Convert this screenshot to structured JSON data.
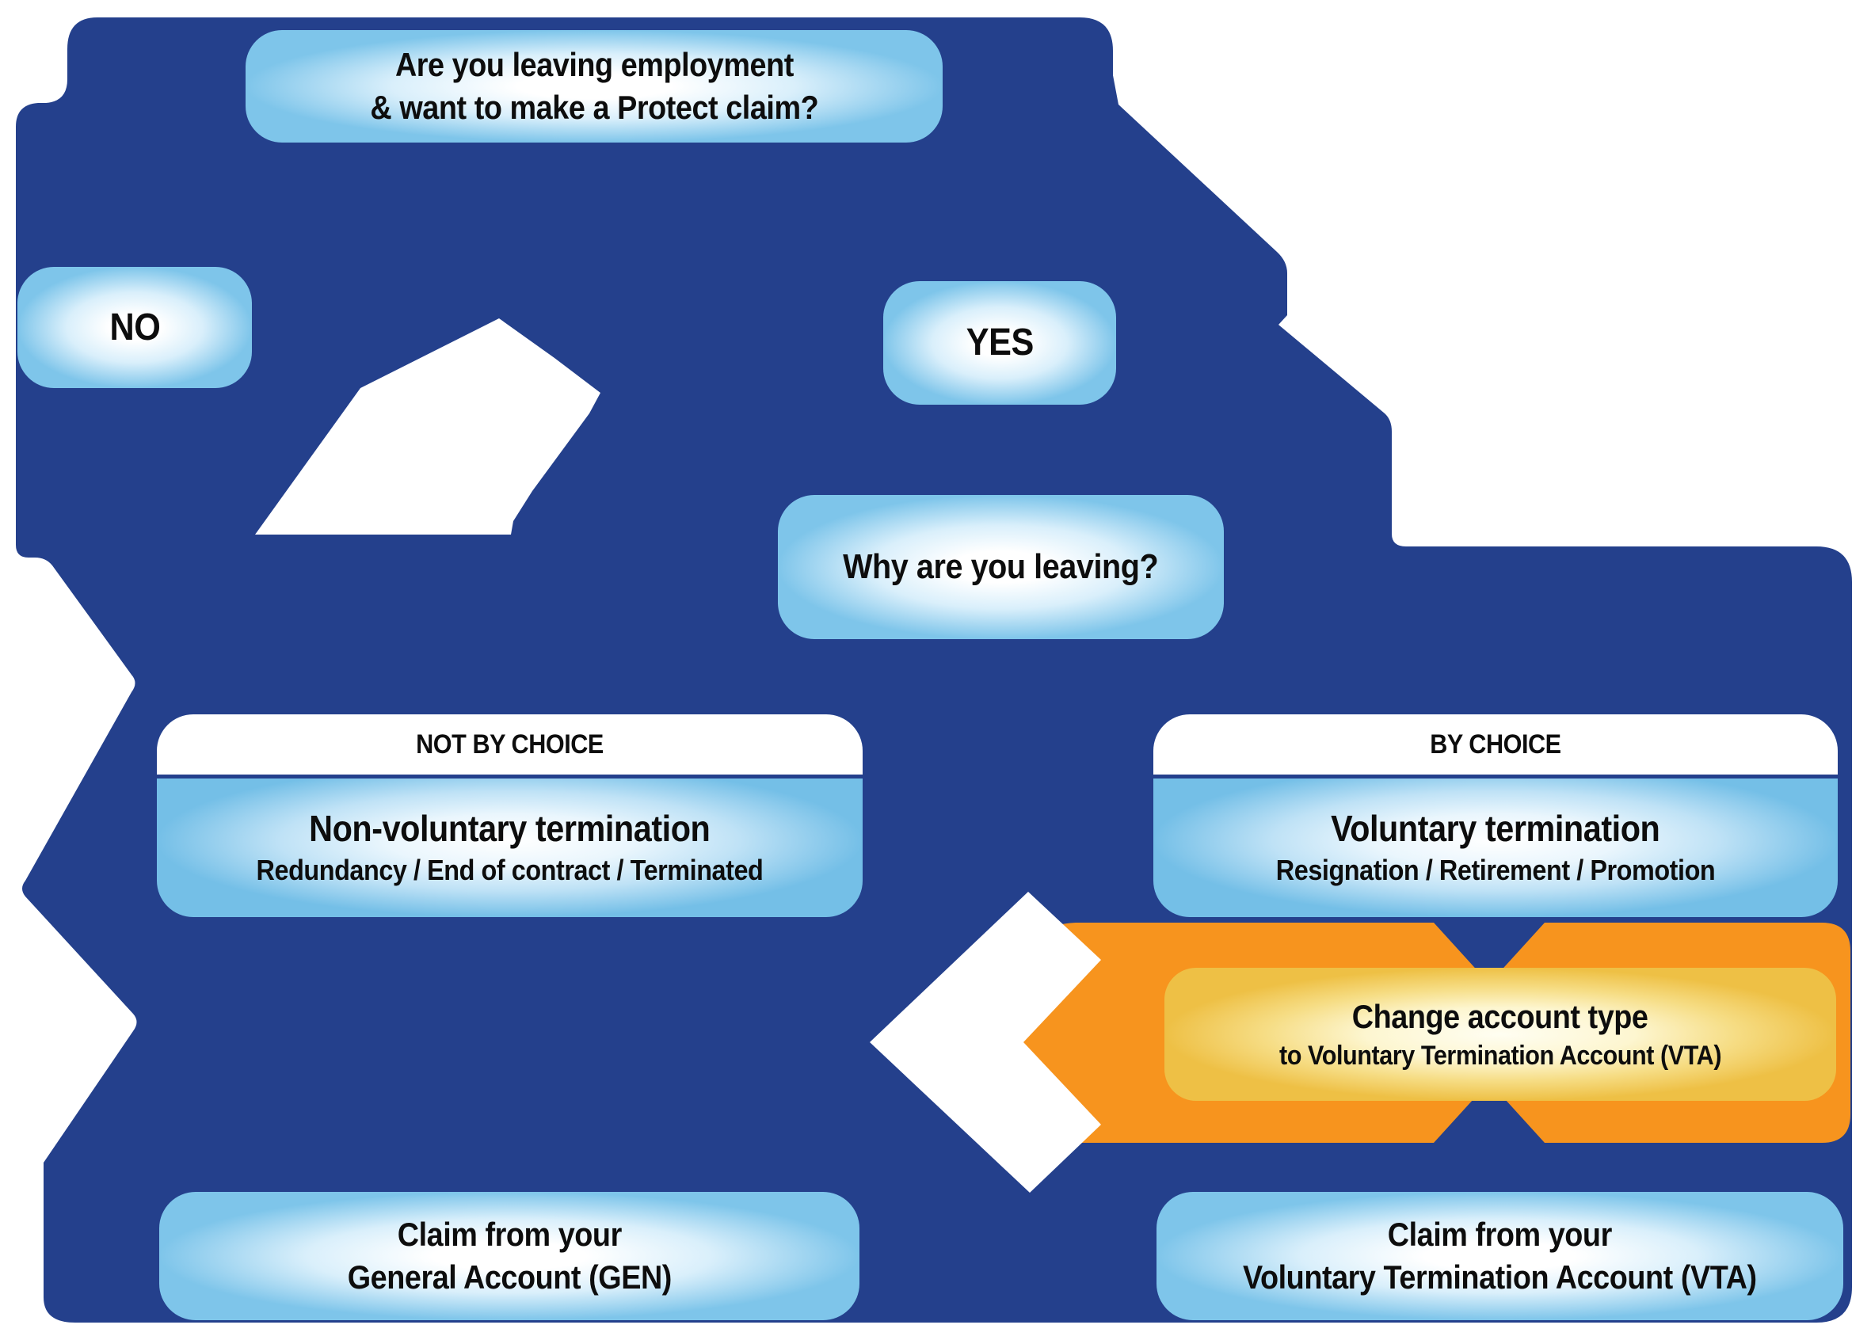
{
  "palette": {
    "navy": "#24408C",
    "sky_blue_edge": "#7EC5EA",
    "orange": "#F7941E",
    "gold_center": "#FFFEF2",
    "text": "#0D0D0D",
    "white": "#FFFFFF"
  },
  "nodes": {
    "question": {
      "line1": "Are you leaving employment",
      "line2": "& want to make a Protect claim?"
    },
    "no": {
      "label": "NO"
    },
    "yes": {
      "label": "YES"
    },
    "why": {
      "label": "Why are you leaving?"
    },
    "not_by_choice": {
      "header": "NOT BY CHOICE",
      "title": "Non-voluntary termination",
      "subtitle": "Redundancy / End of contract / Terminated"
    },
    "by_choice": {
      "header": "BY CHOICE",
      "title": "Voluntary termination",
      "subtitle": "Resignation / Retirement / Promotion"
    },
    "change_account": {
      "title": "Change account type",
      "subtitle": "to Voluntary Termination Account (VTA)"
    },
    "claim_gen": {
      "line1": "Claim from your",
      "line2": "General Account (GEN)"
    },
    "claim_vta": {
      "line1": "Claim from your",
      "line2": "Voluntary Termination Account (VTA)"
    }
  }
}
